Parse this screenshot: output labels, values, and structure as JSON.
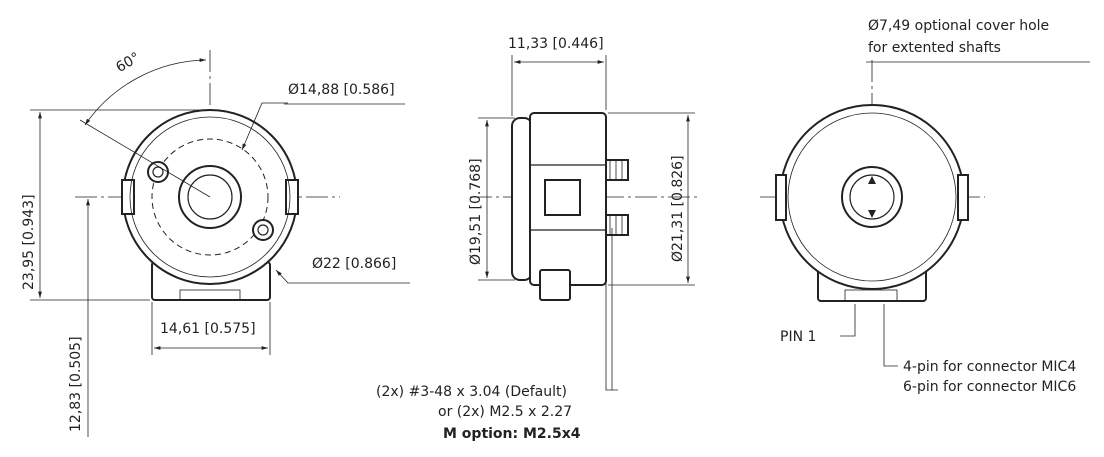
{
  "front_view": {
    "angle_label": "60°",
    "bolt_circle_diameter": "Ø14,88 [0.586]",
    "height": "23,95 [0.943]",
    "outer_diameter": "Ø22 [0.866]",
    "connector_width": "14,61 [0.575]",
    "center_height": "12,83 [0.505]"
  },
  "side_view": {
    "depth": "11,33 [0.446]",
    "front_diameter": "Ø19,51 [0.768]",
    "rear_diameter": "Ø21,31 [0.826]",
    "screw_note_1": "(2x) #3-48 x 3.04 (Default)",
    "screw_note_2": "or (2x) M2.5 x 2.27",
    "screw_note_3": "M option: M2.5x4"
  },
  "rear_view": {
    "cover_hole_1": "Ø7,49 optional cover hole",
    "cover_hole_2": "for extented shafts",
    "pin_label": "PIN 1",
    "connector_note_1": "4-pin for connector MIC4",
    "connector_note_2": "6-pin for connector MIC6"
  }
}
